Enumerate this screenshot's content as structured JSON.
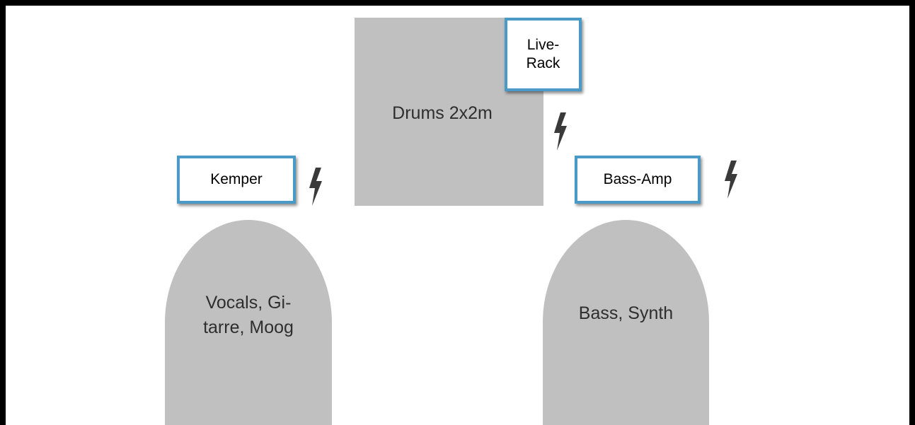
{
  "diagram": {
    "drums_label": "Drums 2x2m",
    "left_circle_label": "Vocals, Gi-tarre, Moog",
    "left_circle_line1": "Vocals, Gi-",
    "left_circle_line2": "tarre, Moog",
    "right_circle_label": "Bass, Synth",
    "equipment": {
      "kemper": "Kemper",
      "live_rack_line1": "Live-",
      "live_rack_line2": "Rack",
      "bass_amp": "Bass-Amp"
    },
    "power_icon": "lightning-bolt-icon",
    "colors": {
      "area_fill": "#c0c0c0",
      "box_border": "#4a9ac8",
      "bolt": "#3a3a3a",
      "frame": "#000000"
    }
  }
}
